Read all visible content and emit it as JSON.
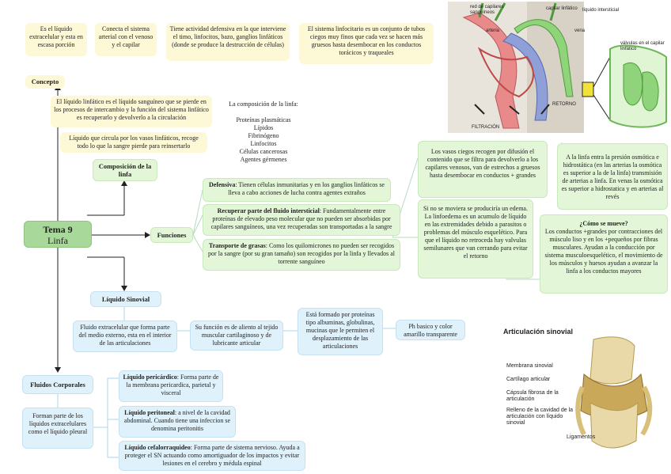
{
  "top_row": [
    "Es el líquido extracelular y esta en escasa porción",
    "Conecta el sistema arterial con el venoso y el capilar",
    "Tiene actividad defensiva en la que interviene el timo, linfocitos, bazo, ganglios linfáticos (donde se produce la destrucción de células)",
    "El sistema linfocitario es un conjunto de tubos ciegos muy finos que cada vez se hacen más gruesos hasta desembocar en los conductos torácicos y traqueales"
  ],
  "concepto": {
    "label": "Concepto",
    "desc1": "El líquido linfático es el líquido sanguíneo que se pierde en los procesos de intercambio y la función del sistema linfático es recuperarlo y devolverlo a la circulación",
    "desc2": "Líquido que circula por los vasos linfáticos, recoge todo lo que la sangre pierde para reinsertarlo"
  },
  "composicion": {
    "label": "Composición de la linfa",
    "title": "La composición de la linfa:",
    "items": [
      "Proteínas plasmáticas",
      "Lípidos",
      "Fibrinógeno",
      "Linfocitos",
      "Células cancerosas",
      "Agentes gérmenes"
    ]
  },
  "tema": {
    "line1": "Tema 9",
    "line2": "Linfa"
  },
  "funciones": {
    "label": "Funciones",
    "items": [
      {
        "bold": "Defensiva",
        "text": ": Tienen células inmunitarias y en los ganglios linfáticos se lleva a cabo acciones de lucha contra agentes extraños"
      },
      {
        "bold": "Recuperar parte del fluido intersticial",
        "text": ": Fundamentalmente entre proteínas de elevado peso molecular que no pueden ser absorbidas por capilares sanguíneos, una vez recuperadas son transportadas a la sangre"
      },
      {
        "bold": "Transporte de grasas",
        "text": ": Como los quilomicrones no pueden ser recogidos por la sangre (por su gran tamaño) son recogidos por la linfa y llevados al torrente sanguíneo"
      }
    ]
  },
  "right_notes": {
    "vasos_ciegos": "Los vasos ciegos recogen por difusión el contenido que se filtra para devolverlo a los capilares venosos, van de estrechos a gruesos hasta desembocar en conductos + grandes",
    "presion": "A la linfa entra la presión osmótica e hidrostática (en las arterias la osmótica es superior a la de la linfa) transmisión de arterias a linfa. En venas la osmótica es superior a hidrostatica y en arterias al revés",
    "edema": "Si no se moviera se produciría un edema. La linfoedema es un acumulo de líquido en las extremidades debido a parasitos o problemas del músculo esquelético. Para que el líquido no retroceda hay valvulas semilunares que van cerrando para evitar el retorno",
    "mueve_title": "¿Cómo se mueve?",
    "mueve_text": "Los conductos +grandes por contracciones del músculo liso y en los +pequeños por fibras musculares. Ayudan a la conducción por sistema musculoesquelético, el movimiento de los músculos y huesos ayudan a avanzar la linfa a los conductos mayores"
  },
  "sinovial": {
    "label": "Líquido Sinovial",
    "items": [
      "Fluido extracelular que forma parte del medio externo, esta en el interior de las articulaciones",
      "Su función es de aliento al tejido muscular cartilaginoso y de lubricante articular",
      "Está formado por proteínas tipo albuminas, globulinas, mucinas que le permiten el desplazamiento de las articulaciones",
      "Ph basico y color amarillo transparente"
    ]
  },
  "fluidos": {
    "label": "Fluidos Corporales",
    "desc": "Forman parte de los líquidos extracelulares como el líquido pleural",
    "items": [
      {
        "bold": "Líquido pericárdico",
        "text": ": Forma parte de la membrana pericardica, parietal y visceral"
      },
      {
        "bold": "Líquido peritoneal",
        "text": ": a nivel de la cavidad abdominal. Cuando tiene una infeccion se denomina peritonitis"
      },
      {
        "bold": "Líquido cefalorraquideo",
        "text": ": Forma parte de sistema nervioso. Ayuda a proteger el SN actuando como amortiguador de los impactos y evitar lesiones en el cerebro y médula espinal"
      }
    ]
  },
  "figure_lymph": {
    "labels": [
      "red de capilares sanguíneos",
      "capilar linfático",
      "líquido intersticial",
      "arteria",
      "vena",
      "válvulas en el capilar linfático",
      "RETORNO",
      "FILTRACIÓN"
    ]
  },
  "figure_joint": {
    "title": "Articulación sinovial",
    "labels": [
      "Membrana sinovial",
      "Cartílago articular",
      "Cápsula fibrosa de la articulación",
      "Relleno de la cavidad de la articulación con líquido sinovial",
      "Ligamentos"
    ]
  }
}
